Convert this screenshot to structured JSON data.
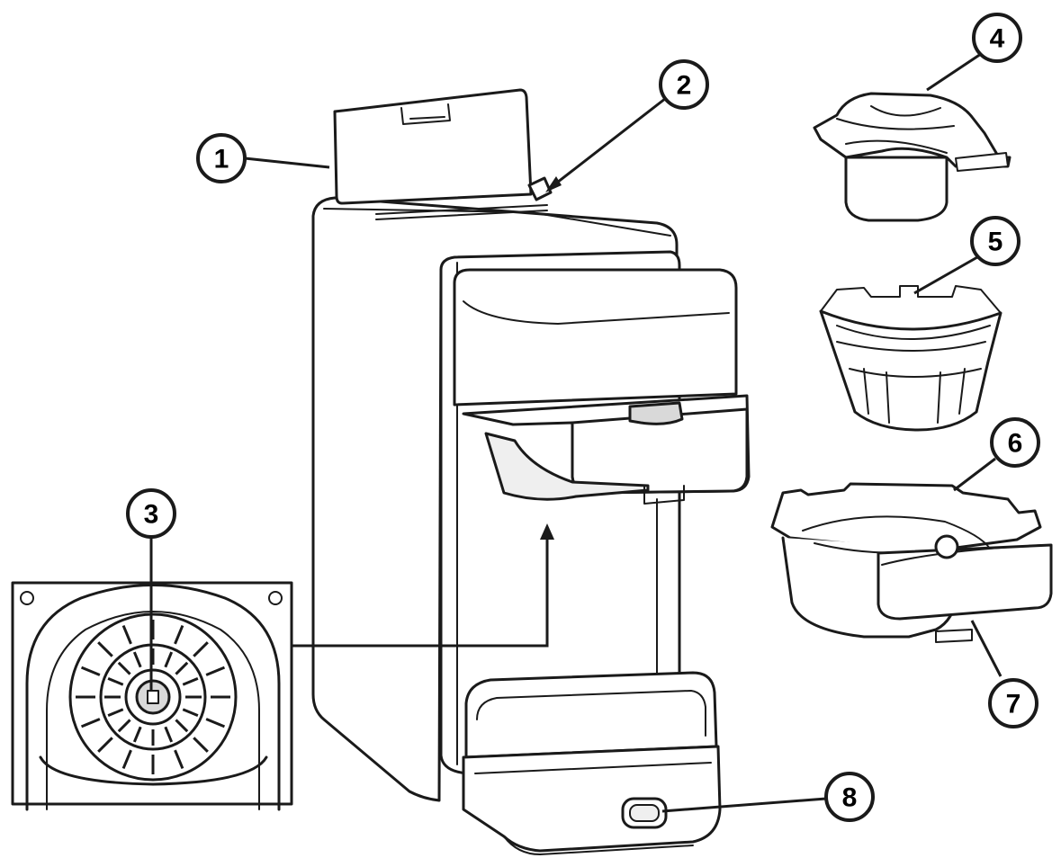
{
  "callouts": [
    {
      "id": "1",
      "label": "1"
    },
    {
      "id": "2",
      "label": "2"
    },
    {
      "id": "3",
      "label": "3"
    },
    {
      "id": "4",
      "label": "4"
    },
    {
      "id": "5",
      "label": "5"
    },
    {
      "id": "6",
      "label": "6"
    },
    {
      "id": "7",
      "label": "7"
    },
    {
      "id": "8",
      "label": "8"
    }
  ],
  "colors": {
    "line": "#1a1a1a",
    "background": "#ffffff",
    "shade": "#efefef"
  }
}
